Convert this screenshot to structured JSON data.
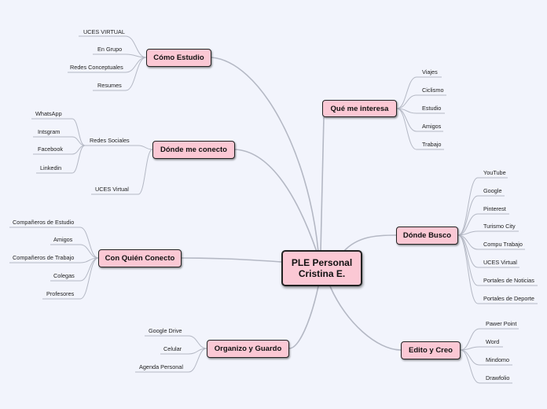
{
  "central": {
    "line1": "PLE Personal",
    "line2": "Cristina E."
  },
  "topics": {
    "como_estudio": {
      "label": "Cómo Estudio",
      "children": [
        "UCES VIRTUAL",
        "En Grupo",
        "Redes Conceptuales",
        "Resumes"
      ]
    },
    "donde_me_conecto": {
      "label": "Dónde me conecto",
      "children": [
        "Redes Sociales",
        "UCES Virtual"
      ],
      "redes_sociales": [
        "WhatsApp",
        "Intsgram",
        "Facebook",
        "Linkedin"
      ]
    },
    "con_quien_conecto": {
      "label": "Con Quién Conecto",
      "children": [
        "Compañeros de Estudio",
        "Amigos",
        "Compañeros de Trabajo",
        "Colegas",
        "Profesores"
      ]
    },
    "organizo_y_guardo": {
      "label": "Organizo y Guardo",
      "children": [
        "Google Drive",
        "Celular",
        "Agenda Personal"
      ]
    },
    "que_me_interesa": {
      "label": "Qué me interesa",
      "children": [
        "Viajes",
        "Ciclismo",
        "Estudio",
        "Amigos",
        "Trabajo"
      ]
    },
    "donde_busco": {
      "label": "Dónde Busco",
      "children": [
        "YouTube",
        "Google",
        "Pinterest",
        "Turismo City",
        "Compu Trabajo",
        "UCES Virtual",
        "Portales de Noticias",
        "Portales de Deporte"
      ]
    },
    "edito_y_creo": {
      "label": "Edito y Creo",
      "children": [
        "Pawer Point",
        "Word",
        "Mindomo",
        "Drawfolio"
      ]
    }
  }
}
